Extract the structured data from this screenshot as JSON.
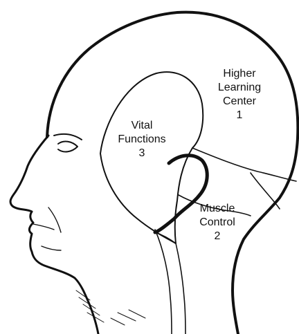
{
  "regions": [
    {
      "name_lines": [
        "Higher",
        "Learning",
        "Center"
      ],
      "number": "1"
    },
    {
      "name_lines": [
        "Vital",
        "Functions"
      ],
      "number": "3"
    },
    {
      "name_lines": [
        "Muscle",
        "Control"
      ],
      "number": "2"
    }
  ],
  "colors": {
    "ink": "#111111",
    "background": "#ffffff"
  }
}
